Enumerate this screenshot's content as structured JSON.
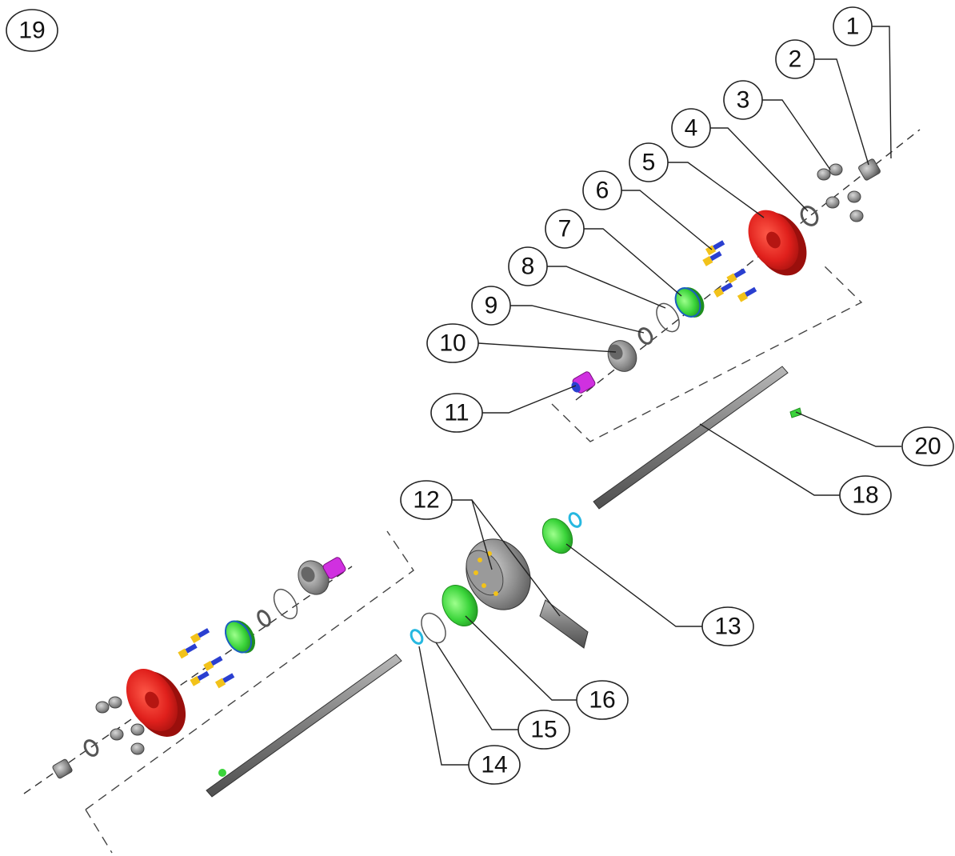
{
  "figure_label": "19",
  "callouts": [
    {
      "id": "c1",
      "label": "1"
    },
    {
      "id": "c2",
      "label": "2"
    },
    {
      "id": "c3",
      "label": "3"
    },
    {
      "id": "c4",
      "label": "4"
    },
    {
      "id": "c5",
      "label": "5"
    },
    {
      "id": "c6",
      "label": "6"
    },
    {
      "id": "c7",
      "label": "7"
    },
    {
      "id": "c8",
      "label": "8"
    },
    {
      "id": "c9",
      "label": "9"
    },
    {
      "id": "c10",
      "label": "10"
    },
    {
      "id": "c11",
      "label": "11"
    },
    {
      "id": "c12",
      "label": "12"
    },
    {
      "id": "c13",
      "label": "13"
    },
    {
      "id": "c14",
      "label": "14"
    },
    {
      "id": "c15",
      "label": "15"
    },
    {
      "id": "c16",
      "label": "16"
    },
    {
      "id": "c18",
      "label": "18"
    },
    {
      "id": "c20",
      "label": "20"
    }
  ],
  "colors": {
    "red_part": "#e0201c",
    "green_part": "#3ad43a",
    "magenta_part": "#d030e0",
    "cyan_part": "#27b8e0",
    "metal": "#8a8a8a",
    "bolt_yellow": "#f2c21a",
    "bolt_blue": "#2a3fd0"
  }
}
